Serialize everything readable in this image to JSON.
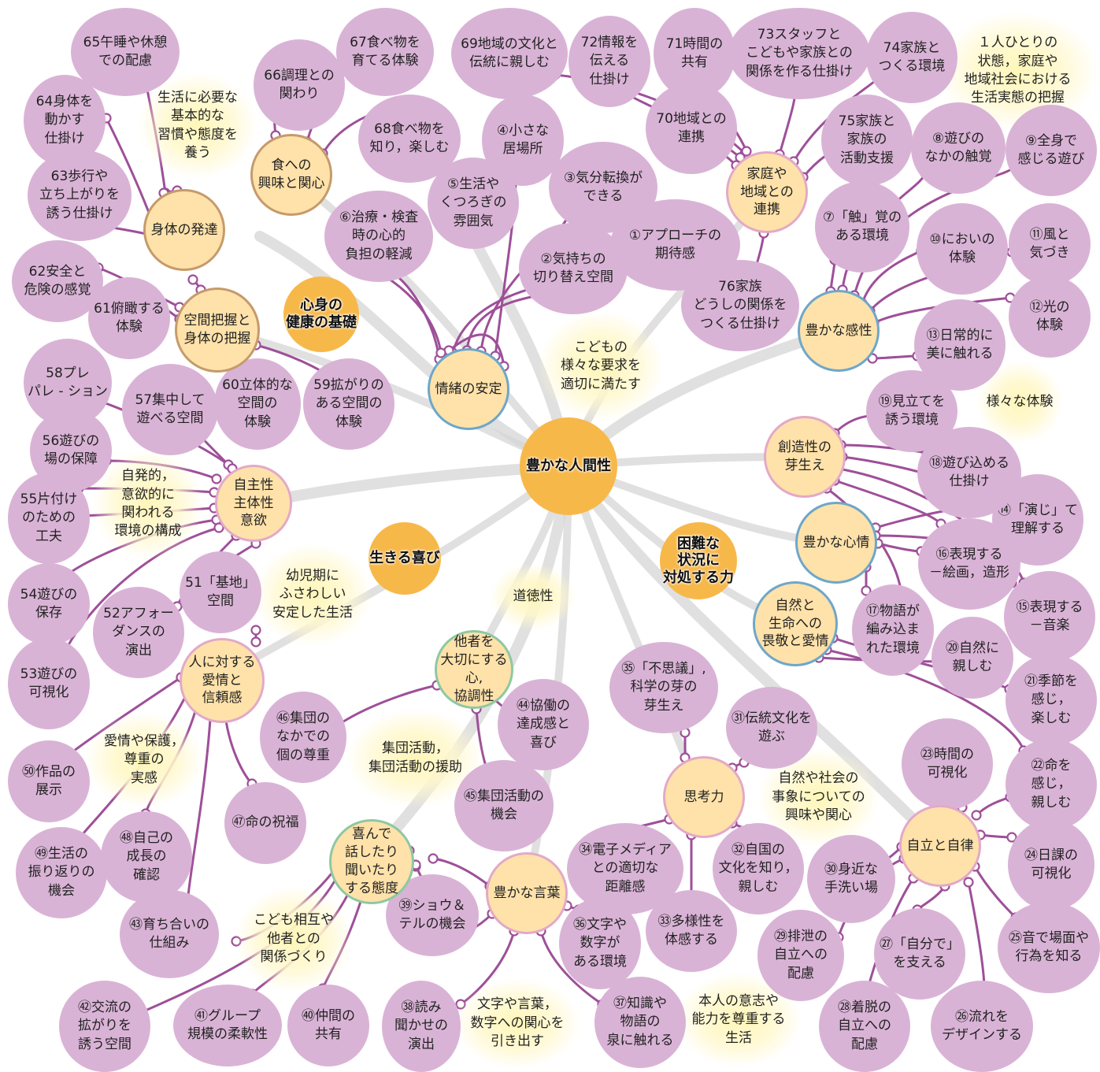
{
  "colors": {
    "leaf_fill": "#d9b3d6",
    "link_line": "#9e4f99",
    "hub_fill": "#ffe2aa",
    "hub_border_gold": "#c59b6c",
    "hub_border_blue": "#6ea7c9",
    "hub_border_pink": "#e3a9c7",
    "hub_border_green": "#8ec8a1",
    "core_fill": "#f7b84a",
    "root_branch": "#d5d5d5",
    "note_glow": "#fff6b9"
  },
  "center": {
    "label": "豊かな人間性"
  },
  "pillars": [
    {
      "id": "p1",
      "label": "心身の\n健康の基礎"
    },
    {
      "id": "p2",
      "label": "生きる喜び"
    },
    {
      "id": "p3",
      "label": "困難な\n状況に\n対処する力"
    }
  ],
  "hubs": [
    {
      "id": "h_jiritsu",
      "label": "自主性\n主体性\n意欲"
    },
    {
      "id": "h_shintai",
      "label": "身体の発達"
    },
    {
      "id": "h_shoku",
      "label": "食への\n興味と関心"
    },
    {
      "id": "h_kukan",
      "label": "空間把握と\n身体の把握"
    },
    {
      "id": "h_jocho",
      "label": "情緒の安定"
    },
    {
      "id": "h_katei",
      "label": "家庭や\n地域との\n連携"
    },
    {
      "id": "h_kansei",
      "label": "豊かな感性"
    },
    {
      "id": "h_sozo",
      "label": "創造性の\n芽生え"
    },
    {
      "id": "h_shinjo",
      "label": "豊かな心情"
    },
    {
      "id": "h_shizen",
      "label": "自然と\n生命への\n畏敬と愛情"
    },
    {
      "id": "h_hito",
      "label": "人に対する\n愛情と\n信頼感"
    },
    {
      "id": "h_tasha",
      "label": "他者を\n大切にする心,\n協調性"
    },
    {
      "id": "h_shiko",
      "label": "思考力"
    },
    {
      "id": "h_jiritsu2",
      "label": "自立と自律"
    },
    {
      "id": "h_yorokonde",
      "label": "喜んで\n話したり\n聞いたり\nする態度"
    },
    {
      "id": "h_kotoba",
      "label": "豊かな言葉"
    }
  ],
  "leaves": [
    {
      "n": "1",
      "label": "①アプローチの\n期待感"
    },
    {
      "n": "2",
      "label": "②気持ちの\n切り替え空間"
    },
    {
      "n": "3",
      "label": "③気分転換が\nできる"
    },
    {
      "n": "4",
      "label": "④小さな\n居場所"
    },
    {
      "n": "5",
      "label": "⑤生活や\nくつろぎの\n雰囲気"
    },
    {
      "n": "6",
      "label": "⑥治療・検査\n時の心的\n負担の軽減"
    },
    {
      "n": "7",
      "label": "⑦「触」覚の\nある環境"
    },
    {
      "n": "8",
      "label": "⑧遊びの\nなかの触覚"
    },
    {
      "n": "9",
      "label": "⑨全身で\n感じる遊び"
    },
    {
      "n": "10",
      "label": "⑩においの\n体験"
    },
    {
      "n": "11",
      "label": "⑪風と\n気づき"
    },
    {
      "n": "12",
      "label": "⑫光の\n体験"
    },
    {
      "n": "13",
      "label": "⑬日常的に\n美に触れる"
    },
    {
      "n": "14",
      "label": "⑭「演じ」て\n理解する"
    },
    {
      "n": "15",
      "label": "⑮表現する\n－音楽"
    },
    {
      "n": "16",
      "label": "⑯表現する\n－絵画，造形"
    },
    {
      "n": "17",
      "label": "⑰物語が\n編み込ま\nれた環境"
    },
    {
      "n": "18",
      "label": "⑱遊び込める\n仕掛け"
    },
    {
      "n": "19",
      "label": "⑲見立てを\n誘う環境"
    },
    {
      "n": "20",
      "label": "⑳自然に\n親しむ"
    },
    {
      "n": "21",
      "label": "㉑季節を\n感じ，\n楽しむ"
    },
    {
      "n": "22",
      "label": "㉒命を\n感じ，\n親しむ"
    },
    {
      "n": "23",
      "label": "㉓時間の\n可視化"
    },
    {
      "n": "24",
      "label": "㉔日課の\n可視化"
    },
    {
      "n": "25",
      "label": "㉕音で場面や\n行為を知る"
    },
    {
      "n": "26",
      "label": "㉖流れを\nデザインする"
    },
    {
      "n": "27",
      "label": "㉗「自分で」\nを支える"
    },
    {
      "n": "28",
      "label": "㉘着脱の\n自立への\n配慮"
    },
    {
      "n": "29",
      "label": "㉙排泄の\n自立への\n配慮"
    },
    {
      "n": "30",
      "label": "㉚身近な\n手洗い場"
    },
    {
      "n": "31",
      "label": "㉛伝統文化を\n遊ぶ"
    },
    {
      "n": "32",
      "label": "㉜自国の\n文化を知り，\n親しむ"
    },
    {
      "n": "33",
      "label": "㉝多様性を\n体感する"
    },
    {
      "n": "34",
      "label": "㉞電子メディア\nとの適切な\n距離感"
    },
    {
      "n": "35",
      "label": "㉟「不思議」,\n科学の芽の\n芽生え"
    },
    {
      "n": "36",
      "label": "㊱文字や\n数字が\nある環境"
    },
    {
      "n": "37",
      "label": "㊲知識や\n物語の\n泉に触れる"
    },
    {
      "n": "38",
      "label": "㊳読み\n聞かせの\n演出"
    },
    {
      "n": "39",
      "label": "㊴ショウ＆\nテルの機会"
    },
    {
      "n": "40",
      "label": "㊵仲間の\n共有"
    },
    {
      "n": "41",
      "label": "㊶グループ\n規模の柔軟性"
    },
    {
      "n": "42",
      "label": "㊷交流の\n拡がりを\n誘う空間"
    },
    {
      "n": "43",
      "label": "㊸育ち合いの\n仕組み"
    },
    {
      "n": "44",
      "label": "㊹協働の\n達成感と\n喜び"
    },
    {
      "n": "45",
      "label": "㊺集団活動の\n機会"
    },
    {
      "n": "46",
      "label": "㊻集団の\nなかでの\n個の尊重"
    },
    {
      "n": "47",
      "label": "㊼命の祝福"
    },
    {
      "n": "48",
      "label": "㊽自己の\n成長の\n確認"
    },
    {
      "n": "49",
      "label": "㊾生活の\n振り返りの\n機会"
    },
    {
      "n": "50",
      "label": "㊿作品の\n展示"
    },
    {
      "n": "51",
      "label": "51「基地」\n空間"
    },
    {
      "n": "52",
      "label": "52アフォー\nダンスの\n演出"
    },
    {
      "n": "53",
      "label": "53遊びの\n可視化"
    },
    {
      "n": "54",
      "label": "54遊びの\n保存"
    },
    {
      "n": "55",
      "label": "55片付け\nのための\n工夫"
    },
    {
      "n": "56",
      "label": "56遊びの\n場の保障"
    },
    {
      "n": "57",
      "label": "57集中して\n遊べる空間"
    },
    {
      "n": "58",
      "label": "58プレ\nパレ - ション"
    },
    {
      "n": "59",
      "label": "59拡がりの\nある空間の\n体験"
    },
    {
      "n": "60",
      "label": "60立体的な\n空間の\n体験"
    },
    {
      "n": "61",
      "label": "61俯瞰する\n体験"
    },
    {
      "n": "62",
      "label": "62安全と\n危険の感覚"
    },
    {
      "n": "63",
      "label": "63歩行や\n立ち上がりを\n誘う仕掛け"
    },
    {
      "n": "64",
      "label": "64身体を\n動かす\n仕掛け"
    },
    {
      "n": "65",
      "label": "65午睡や休憩\nでの配慮"
    },
    {
      "n": "66",
      "label": "66調理との\n関わり"
    },
    {
      "n": "67",
      "label": "67食べ物を\n育てる体験"
    },
    {
      "n": "68",
      "label": "68食べ物を\n知り，楽しむ"
    },
    {
      "n": "69",
      "label": "69地域の文化と\n伝統に親しむ"
    },
    {
      "n": "70",
      "label": "70地域との\n連携"
    },
    {
      "n": "71",
      "label": "71時間の\n共有"
    },
    {
      "n": "72",
      "label": "72情報を\n伝える\n仕掛け"
    },
    {
      "n": "73",
      "label": "73スタッフと\nこどもや家族との\n関係を作る仕掛け"
    },
    {
      "n": "74",
      "label": "74家族と\nつくる環境"
    },
    {
      "n": "75",
      "label": "75家族と\n家族の\n活動支援"
    },
    {
      "n": "76",
      "label": "76家族\nどうしの関係を\nつくる仕掛け"
    }
  ],
  "notes": [
    {
      "id": "n1",
      "label": "生活に必要な\n基本的な\n習慣や態度を\n養う"
    },
    {
      "id": "n2",
      "label": "こどもの\n様々な要求を\n適切に満たす"
    },
    {
      "id": "n3",
      "label": "１人ひとりの\n状態，家庭や\n地域社会における\n生活実態の把握"
    },
    {
      "id": "n4",
      "label": "様々な体験"
    },
    {
      "id": "n5",
      "label": "自発的，\n意欲的に\n関われる\n環境の構成"
    },
    {
      "id": "n6",
      "label": "幼児期に\nふさわしい\n安定した生活"
    },
    {
      "id": "n7",
      "label": "道徳性"
    },
    {
      "id": "n8",
      "label": "愛情や保護，\n尊重の\n実感"
    },
    {
      "id": "n9",
      "label": "集団活動，\n集団活動の援助"
    },
    {
      "id": "n10",
      "label": "自然や社会の\n事象についての\n興味や関心"
    },
    {
      "id": "n11",
      "label": "こども相互や\n他者との\n関係づくり"
    },
    {
      "id": "n12",
      "label": "文字や言葉，\n数字への関心を\n引き出す"
    },
    {
      "id": "n13",
      "label": "本人の意志や\n能力を尊重する\n生活"
    }
  ]
}
